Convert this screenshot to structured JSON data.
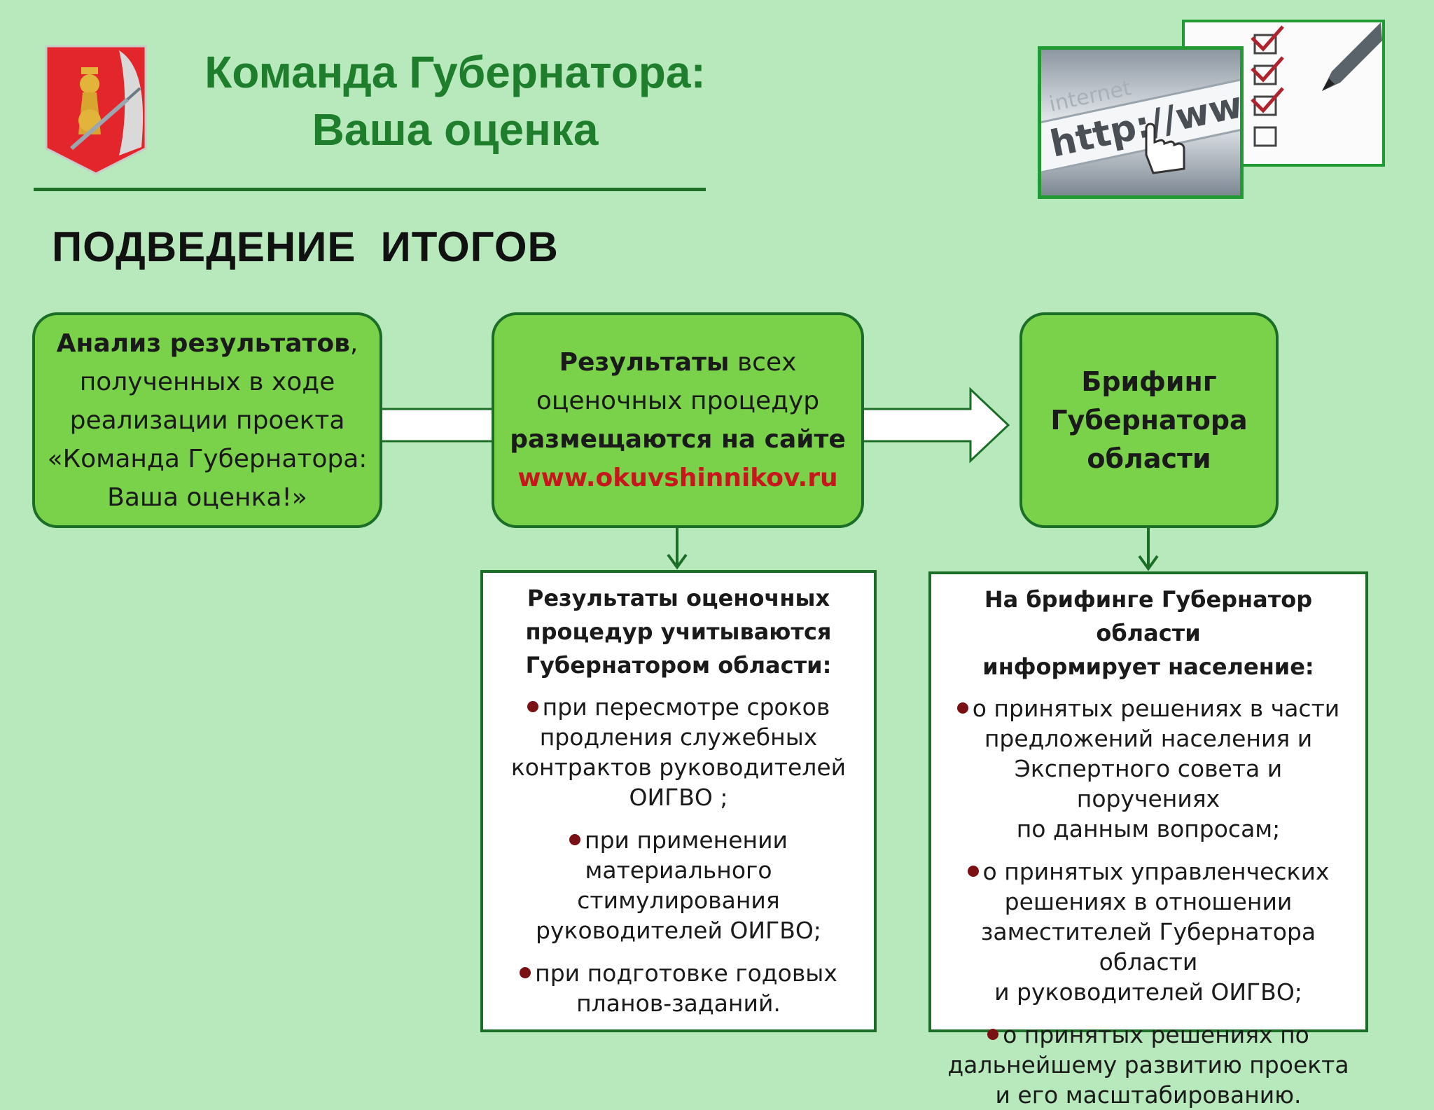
{
  "header": {
    "title_line1": "Команда Губернатора:",
    "title_line2": "Ваша оценка",
    "coat_of_arms_icon": "vologda-coat-of-arms-icon",
    "photo_browser_text": "http://www",
    "photo_browser_faint": "internet"
  },
  "section_heading": "ПОДВЕДЕНИЕ  ИТОГОВ",
  "flow": {
    "box1": {
      "bold": "Анализ результатов",
      "rest_line1": ",",
      "line2": "полученных в ходе",
      "line3": "реализации проекта",
      "line4": "«Команда Губернатора:",
      "line5": "Ваша оценка!»"
    },
    "box2": {
      "line1_bold": "Результаты",
      "line1_rest": " всех",
      "line2": "оценочных процедур",
      "line3_bold": "размещаются на сайте",
      "link": "www.okuvshinnikov.ru"
    },
    "box3": {
      "line1": "Брифинг",
      "line2": "Губернатора",
      "line3": "области"
    }
  },
  "results_box": {
    "heading_line1": "Результаты  оценочных",
    "heading_line2": "процедур учитываются",
    "heading_line3": "Губернатором области:",
    "items": [
      {
        "lines": [
          "при пересмотре сроков",
          "продления служебных",
          "контрактов руководителей",
          "ОИГВО ;"
        ]
      },
      {
        "lines": [
          "при применении",
          "материального",
          "стимулирования",
          "руководителей ОИГВО;"
        ]
      },
      {
        "lines": [
          "при подготовке  годовых",
          "планов-заданий."
        ]
      }
    ]
  },
  "briefing_box": {
    "heading_line1": "На брифинге Губернатор области",
    "heading_line2": "информирует население:",
    "items": [
      {
        "lines": [
          "о принятых решениях в части",
          "предложений населения и",
          "Экспертного совета и поручениях",
          "по данным вопросам;"
        ]
      },
      {
        "lines": [
          "о принятых управленческих",
          "решениях в отношении",
          "заместителей Губернатора области",
          "и руководителей ОИГВО;"
        ]
      },
      {
        "lines": [
          "о принятых решениях по",
          "дальнейшему развитию проекта",
          "и его масштабированию."
        ]
      }
    ]
  },
  "colors": {
    "background": "#b7e9bd",
    "title_green": "#1e7e2c",
    "box_fill": "#7ad24a",
    "box_border": "#1c6e27",
    "link_red": "#c8161d",
    "bullet": "#7a0f14"
  }
}
